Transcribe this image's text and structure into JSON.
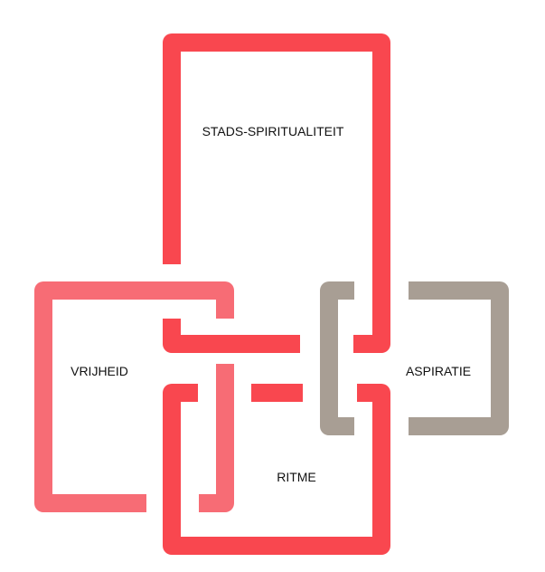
{
  "labels": {
    "stads": "STADS-SPIRITUALITEIT",
    "vrijheid": "VRIJHEID",
    "aspiratie": "ASPIRATIE",
    "ritme": "RITME"
  },
  "colors": {
    "red": "#F9474F",
    "pink": "#F76C75",
    "gray": "#A89E94"
  }
}
